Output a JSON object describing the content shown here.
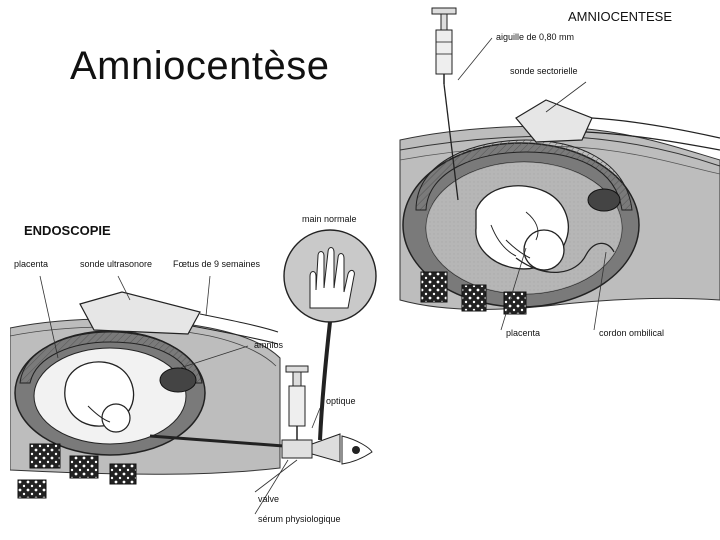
{
  "slide": {
    "title": "Amniocentèse"
  },
  "amniocentese": {
    "heading": "AMNIOCENTESE",
    "labels": {
      "needle": "aiguille de 0,80 mm",
      "probe": "sonde sectorielle",
      "placenta": "placenta",
      "cord": "cordon ombilical"
    }
  },
  "endoscopie": {
    "heading": "ENDOSCOPIE",
    "labels": {
      "placenta": "placenta",
      "ultrasound_probe": "sonde ultrasonore",
      "fetus": "Fœtus de 9 semaines",
      "normal_hand": "main normale",
      "amnios": "amnios",
      "optique": "optique",
      "valve": "valve",
      "serum": "sérum physiologique"
    }
  }
}
